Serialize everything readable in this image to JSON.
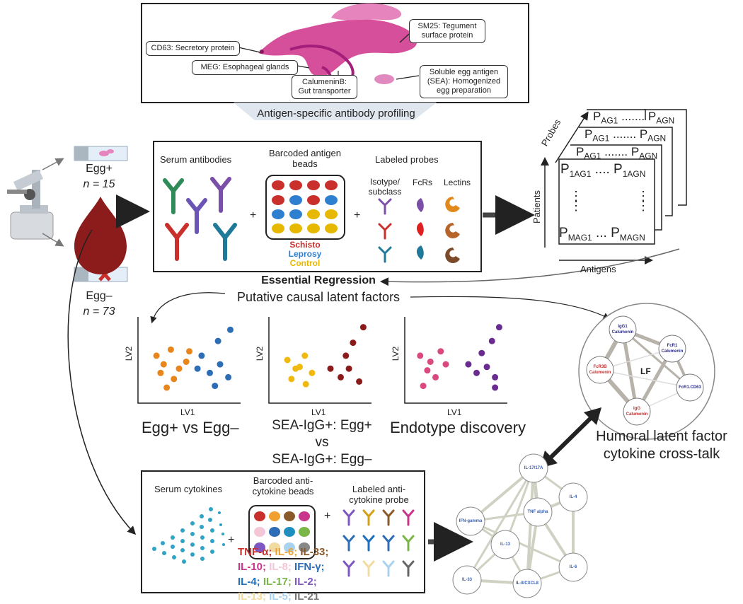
{
  "antigen_panel": {
    "labels": {
      "cd63": "CD63: Secretory protein",
      "meg": "MEG: Esophageal glands",
      "calumenin": "CalumeninB: Gut transporter",
      "sm25": "SM25: Tegument surface protein",
      "sea": "Soluble egg antigen (SEA): Homogenized egg preparation"
    },
    "caption": "Antigen-specific antibody profiling"
  },
  "samples": {
    "egg_pos_label": "Egg+",
    "egg_pos_n": "n = 15",
    "egg_neg_label": "Egg–",
    "egg_neg_n": "n = 73"
  },
  "antibody_assay": {
    "serum": "Serum antibodies",
    "beads": "Barcoded antigen beads",
    "probes": "Labeled probes",
    "isotype": "Isotype/ subclass",
    "fcrs": "FcRs",
    "lectins": "Lectins",
    "plus": "+",
    "legend": [
      {
        "label": "Schisto",
        "color": "#c9302c"
      },
      {
        "label": "Leprosy",
        "color": "#2f7fd1"
      },
      {
        "label": "Control",
        "color": "#e6b800"
      }
    ]
  },
  "matrix": {
    "probes_axis": "Probes",
    "patients_axis": "Patients",
    "antigens_axis": "Antigens",
    "dots_h": ".......",
    "dots_short": "....",
    "dots_mid": "...",
    "dots_v": "⋮"
  },
  "regression": {
    "title": "Essential Regression",
    "subtitle": "Putative causal latent factors"
  },
  "scatter_plots": {
    "xlabel": "LV1",
    "ylabel": "LV2",
    "captions": {
      "one": "Egg+ vs Egg–",
      "two_a": "SEA-IgG+: Egg+",
      "two_b": "vs",
      "two_c": "SEA-IgG+: Egg–",
      "three": "Endotype discovery"
    }
  },
  "chart_data": [
    {
      "type": "scatter",
      "xlabel": "LV1",
      "ylabel": "LV2",
      "series": [
        {
          "color": "#e8861c",
          "points": [
            [
              0.18,
              0.55
            ],
            [
              0.25,
              0.45
            ],
            [
              0.32,
              0.62
            ],
            [
              0.4,
              0.4
            ],
            [
              0.22,
              0.35
            ],
            [
              0.35,
              0.28
            ],
            [
              0.47,
              0.48
            ],
            [
              0.28,
              0.18
            ],
            [
              0.5,
              0.6
            ]
          ]
        },
        {
          "color": "#2d6db5",
          "points": [
            [
              0.62,
              0.55
            ],
            [
              0.78,
              0.72
            ],
            [
              0.8,
              0.45
            ],
            [
              0.7,
              0.35
            ],
            [
              0.88,
              0.3
            ],
            [
              0.75,
              0.2
            ],
            [
              0.9,
              0.85
            ],
            [
              0.58,
              0.4
            ]
          ]
        }
      ]
    },
    {
      "type": "scatter",
      "xlabel": "LV1",
      "ylabel": "LV2",
      "series": [
        {
          "color": "#f0b90f",
          "points": [
            [
              0.18,
              0.5
            ],
            [
              0.26,
              0.4
            ],
            [
              0.35,
              0.55
            ],
            [
              0.42,
              0.35
            ],
            [
              0.22,
              0.28
            ],
            [
              0.36,
              0.22
            ],
            [
              0.3,
              0.42
            ]
          ]
        },
        {
          "color": "#8b1a1a",
          "points": [
            [
              0.6,
              0.4
            ],
            [
              0.75,
              0.55
            ],
            [
              0.82,
              0.7
            ],
            [
              0.7,
              0.3
            ],
            [
              0.88,
              0.25
            ],
            [
              0.78,
              0.4
            ],
            [
              0.92,
              0.88
            ]
          ]
        }
      ]
    },
    {
      "type": "scatter",
      "xlabel": "LV1",
      "ylabel": "LV2",
      "series": [
        {
          "color": "#d9497f",
          "points": [
            [
              0.15,
              0.55
            ],
            [
              0.25,
              0.48
            ],
            [
              0.35,
              0.6
            ],
            [
              0.22,
              0.38
            ],
            [
              0.3,
              0.3
            ],
            [
              0.18,
              0.2
            ],
            [
              0.4,
              0.45
            ]
          ]
        },
        {
          "color": "#6a2c91",
          "points": [
            [
              0.62,
              0.45
            ],
            [
              0.75,
              0.58
            ],
            [
              0.85,
              0.72
            ],
            [
              0.7,
              0.35
            ],
            [
              0.88,
              0.3
            ],
            [
              0.8,
              0.42
            ],
            [
              0.92,
              0.88
            ],
            [
              0.88,
              0.18
            ]
          ]
        }
      ]
    }
  ],
  "latent_network": {
    "center": "LF",
    "nodes": [
      {
        "line1": "IgG1",
        "line2": "Calumenin",
        "color": "#2a2a8a"
      },
      {
        "line1": "FcR1",
        "line2": "Calumenin",
        "color": "#2a2a8a"
      },
      {
        "line1": "FcR3B",
        "line2": "Calumenin",
        "color": "#c03030"
      },
      {
        "line1": "FcR1.CD63",
        "line2": "",
        "color": "#2a2a8a"
      },
      {
        "line1": "IgG",
        "line2": "Calumenin",
        "color": "#c03030"
      }
    ],
    "caption_a": "Humoral latent factor",
    "caption_b": "cytokine cross-talk"
  },
  "cytokine_assay": {
    "serum": "Serum cytokines",
    "beads": "Barcoded anti-cytokine beads",
    "probe": "Labeled anti-cytokine probe",
    "bead_colors": [
      "#c9302c",
      "#f0a030",
      "#8b5a2b",
      "#c8358a",
      "#f4c6d8",
      "#2d6db5",
      "#1f8fbf",
      "#7ab648",
      "#7e57c2",
      "#f0dca0",
      "#a9d2ee",
      "#888888"
    ],
    "cytokines": [
      {
        "name": "TNF-α",
        "color": "#c9302c"
      },
      {
        "name": "IL-6",
        "color": "#f0a030"
      },
      {
        "name": "IL-33",
        "color": "#8b5a2b"
      },
      {
        "name": "IL-10",
        "color": "#c8358a"
      },
      {
        "name": "IL-8",
        "color": "#f4c6d8"
      },
      {
        "name": "IFN-γ",
        "color": "#2d6db5"
      },
      {
        "name": "IL-4",
        "color": "#1f6fbf"
      },
      {
        "name": "IL-17",
        "color": "#7ab648"
      },
      {
        "name": "IL-2",
        "color": "#7e57c2"
      },
      {
        "name": "IL-13",
        "color": "#f0dca0"
      },
      {
        "name": "IL-5",
        "color": "#a9d2ee"
      },
      {
        "name": "IL-21",
        "color": "#777777"
      }
    ]
  },
  "cytokine_network": {
    "nodes": [
      "IL-17/17A",
      "IFN-gamma",
      "TNF alpha",
      "IL-4",
      "IL-33",
      "IL-13",
      "IL-8/CXCL8",
      "IL-6"
    ]
  }
}
